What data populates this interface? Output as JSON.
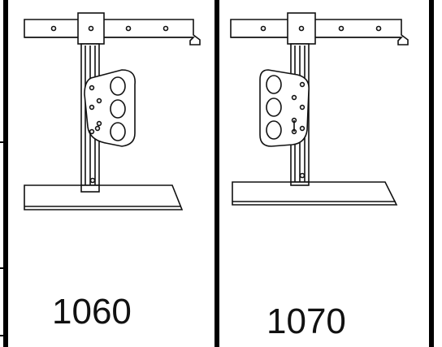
{
  "figure": {
    "items": [
      {
        "id": "left",
        "label": "1060"
      },
      {
        "id": "right",
        "label": "1070"
      }
    ],
    "colors": {
      "line": "#111111",
      "background": "#ffffff",
      "border": "#000000"
    }
  }
}
